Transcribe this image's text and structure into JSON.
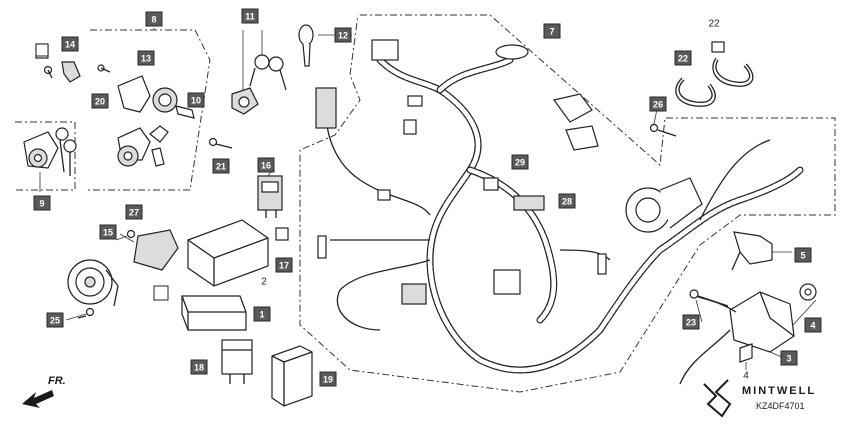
{
  "diagram": {
    "callouts": [
      {
        "id": "c8",
        "label": "8"
      },
      {
        "id": "c14",
        "label": "14"
      },
      {
        "id": "c13",
        "label": "13"
      },
      {
        "id": "c20",
        "label": "20"
      },
      {
        "id": "c10",
        "label": "10"
      },
      {
        "id": "c11",
        "label": "11"
      },
      {
        "id": "c12",
        "label": "12"
      },
      {
        "id": "c7",
        "label": "7"
      },
      {
        "id": "c22a",
        "label": "22"
      },
      {
        "id": "c26",
        "label": "26"
      },
      {
        "id": "c9",
        "label": "9"
      },
      {
        "id": "c21",
        "label": "21"
      },
      {
        "id": "c16",
        "label": "16"
      },
      {
        "id": "c29",
        "label": "29"
      },
      {
        "id": "c28",
        "label": "28"
      },
      {
        "id": "c27",
        "label": "27"
      },
      {
        "id": "c15",
        "label": "15"
      },
      {
        "id": "c17",
        "label": "17"
      },
      {
        "id": "c5",
        "label": "5"
      },
      {
        "id": "c25",
        "label": "25"
      },
      {
        "id": "c1",
        "label": "1"
      },
      {
        "id": "c23",
        "label": "23"
      },
      {
        "id": "c4a",
        "label": "4"
      },
      {
        "id": "c3",
        "label": "3"
      },
      {
        "id": "c18",
        "label": "18"
      },
      {
        "id": "c19",
        "label": "19"
      }
    ],
    "plain_labels": [
      {
        "id": "p22",
        "label": "22"
      },
      {
        "id": "p2",
        "label": "2"
      },
      {
        "id": "p4",
        "label": "4"
      }
    ],
    "direction_label": "FR.",
    "watermark": "MINTWELL",
    "diagram_code": "KZ4DF4701"
  }
}
